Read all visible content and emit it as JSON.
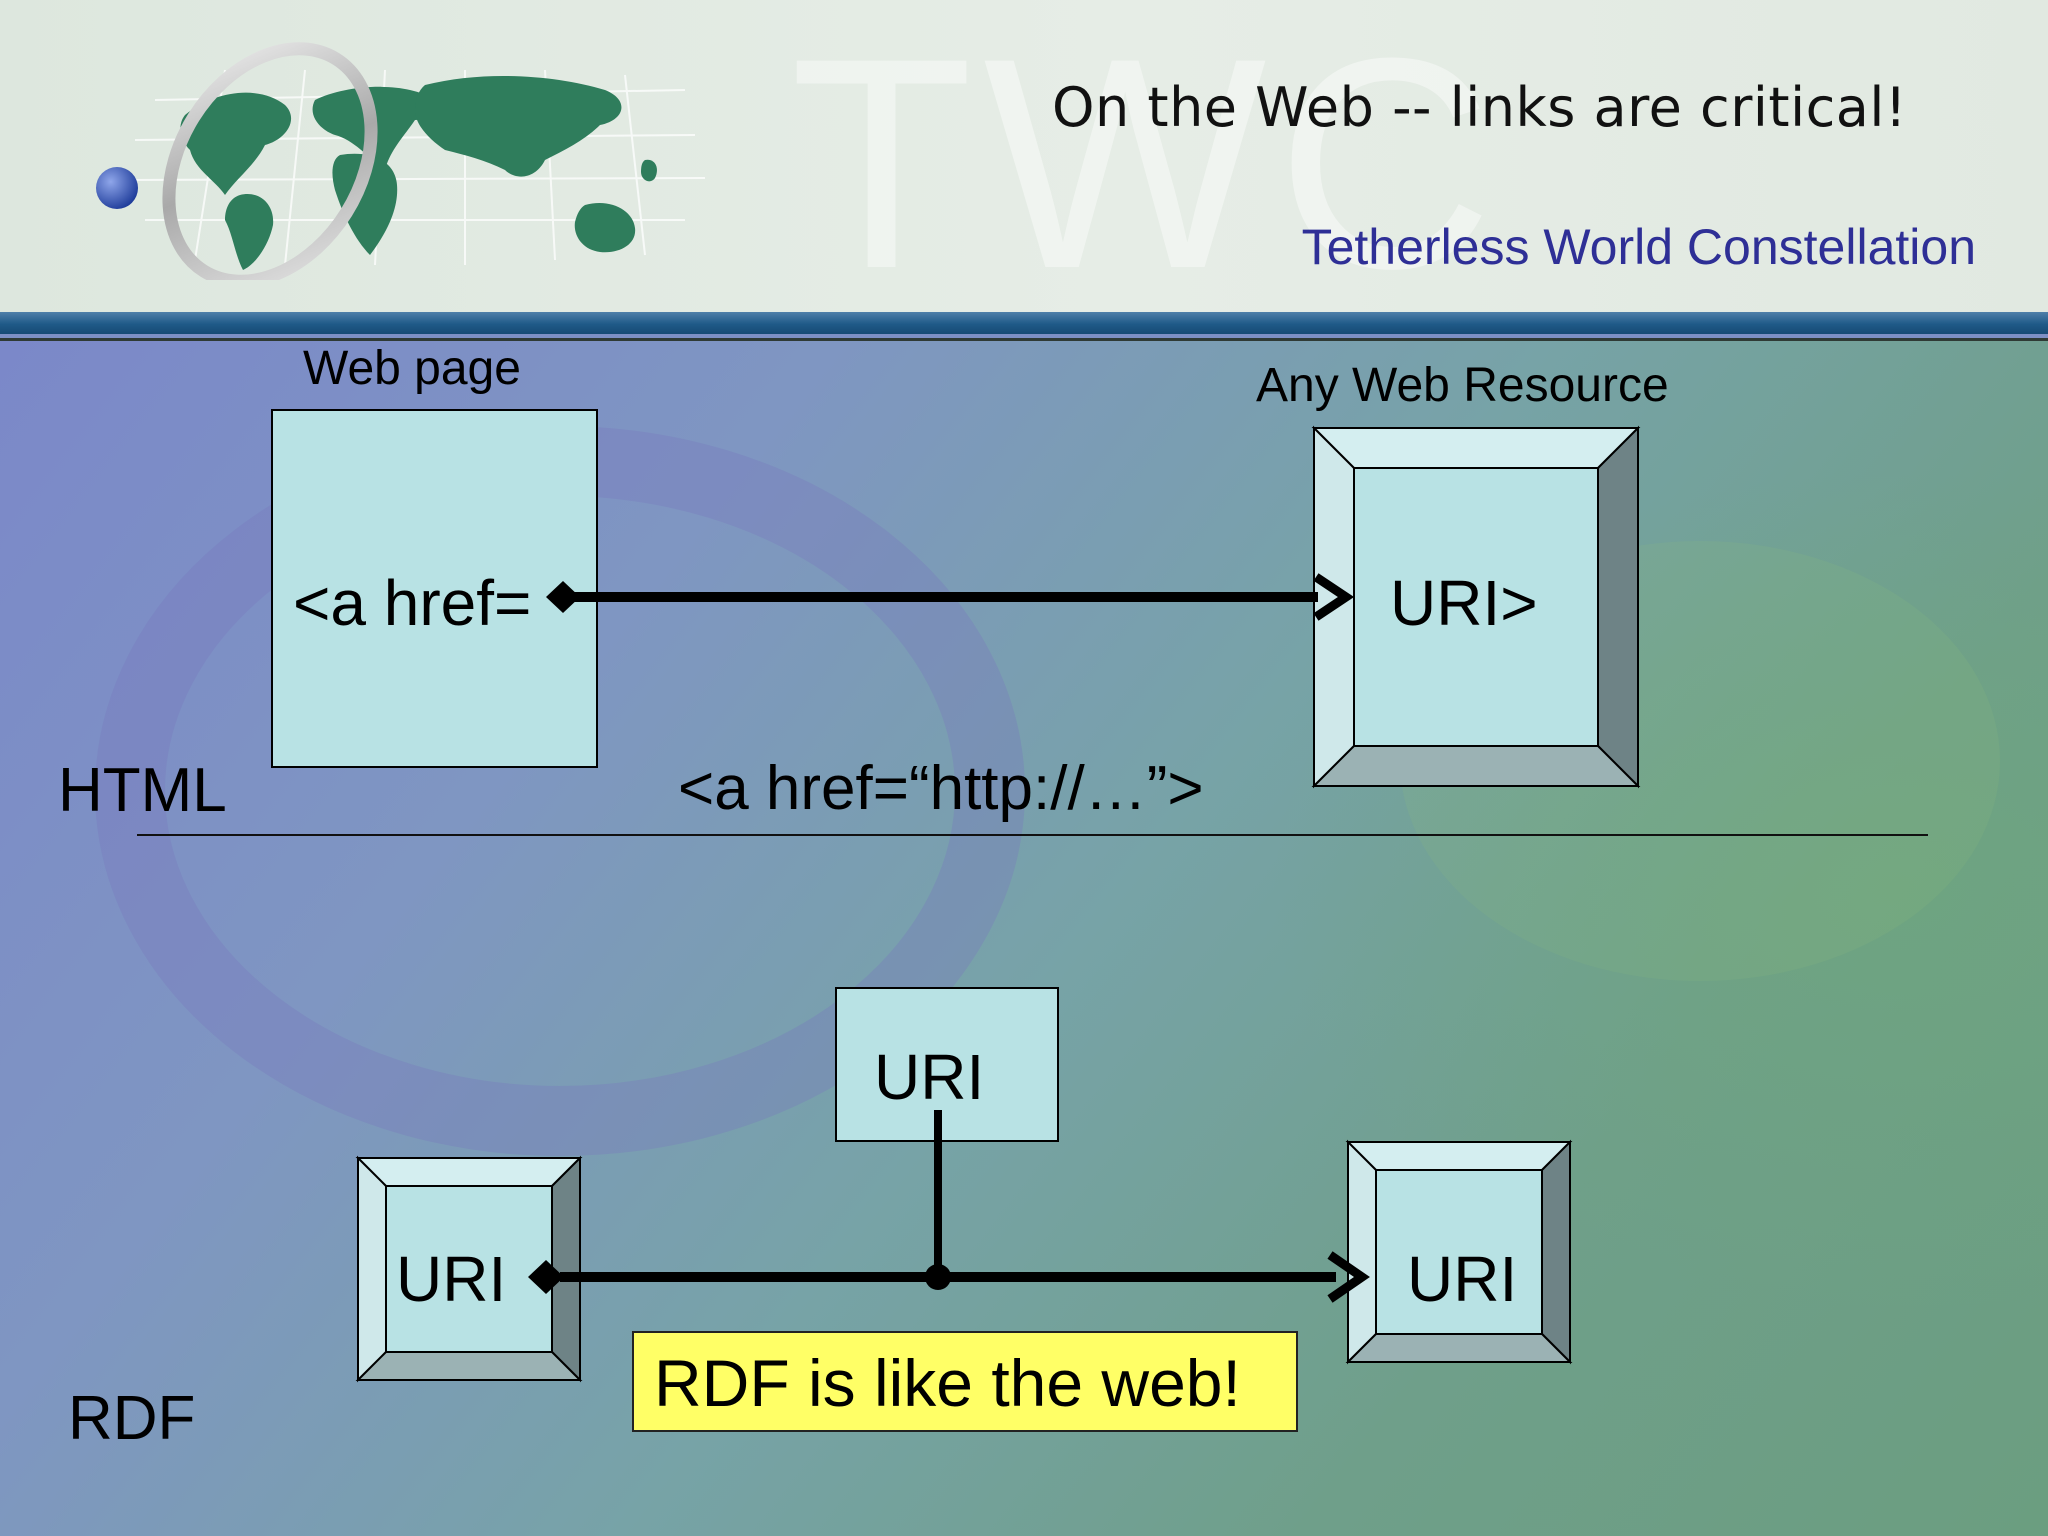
{
  "header": {
    "title": "On the Web --  links are critical!",
    "organization": "Tetherless World Constellation",
    "watermark": "TWC",
    "logo": "globe-logo-icon"
  },
  "html_section": {
    "label": "HTML",
    "web_page_caption": "Web page",
    "resource_caption": "Any Web Resource",
    "anchor_fragment": "<a href=",
    "target_fragment": "URI>",
    "example": "<a href=“http://…”>"
  },
  "rdf_section": {
    "label": "RDF",
    "predicate": "URI",
    "subject": "URI",
    "object": "URI",
    "callout": "RDF is like the web!"
  },
  "colors": {
    "box_fill": "#b8e2e4",
    "title_text": "#111111",
    "org_text": "#2e2f96",
    "callout_fill": "#ffff66",
    "header_band": "#1f5a88",
    "globe_land": "#2f7d5c"
  }
}
